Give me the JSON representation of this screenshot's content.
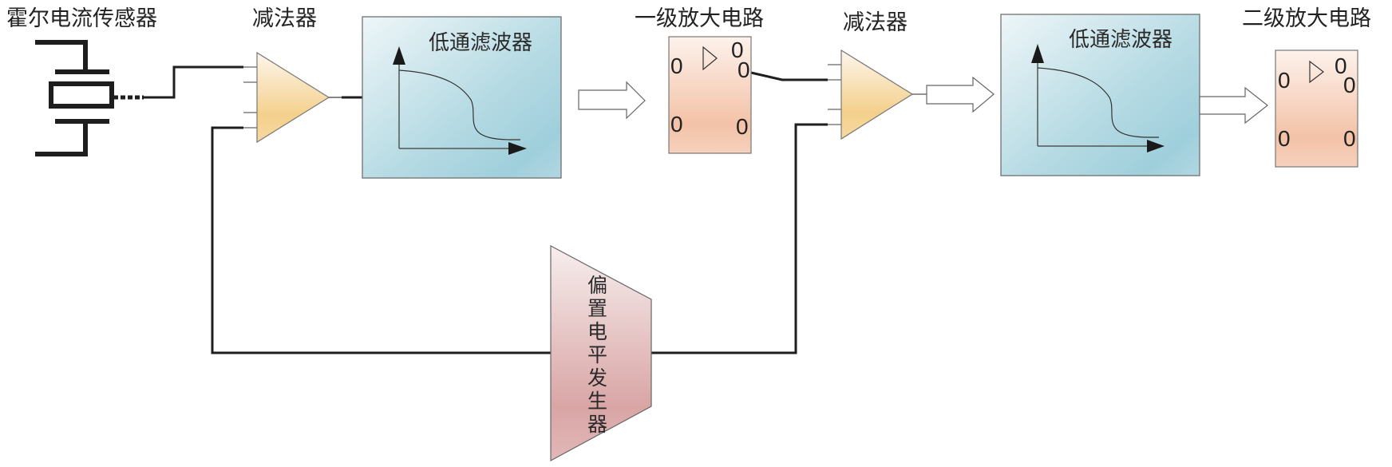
{
  "diagram": {
    "title": "",
    "labels": {
      "hall_sensor": "霍尔电流传感器",
      "subtractor_1": "减法器",
      "lowpass_filter_1": "低通滤波器",
      "amp_stage_1": "一级放大电路",
      "subtractor_2": "减法器",
      "lowpass_filter_2": "低通滤波器",
      "amp_stage_2": "二级放大电路",
      "bias_generator_chars": [
        "偏",
        "置",
        "电",
        "平",
        "发",
        "生",
        "器"
      ]
    },
    "amp_pins": {
      "top_left": "0",
      "top_right_upper": "0",
      "top_right_lower": "0",
      "bottom_left": "0",
      "bottom_right": "0"
    },
    "colors": {
      "wire": "#1e1e1e",
      "filter_light": "#e8f3f6",
      "filter_dark": "#9fcfdb",
      "subtractor_light": "#fdf3e2",
      "subtractor_dark": "#f3cf88",
      "amp_light": "#fdf1ea",
      "amp_dark": "#f2bfa3",
      "bias_light": "#f6ecec",
      "bias_dark": "#d9a4a4"
    },
    "connections": [
      {
        "from": "hall_sensor",
        "to": "subtractor_1",
        "type": "wire"
      },
      {
        "from": "subtractor_1",
        "to": "lowpass_filter_1",
        "type": "wire"
      },
      {
        "from": "lowpass_filter_1",
        "to": "amp_stage_1",
        "type": "arrow"
      },
      {
        "from": "amp_stage_1",
        "to": "subtractor_2",
        "type": "wire"
      },
      {
        "from": "subtractor_2",
        "to": "lowpass_filter_2",
        "type": "arrow"
      },
      {
        "from": "lowpass_filter_2",
        "to": "amp_stage_2",
        "type": "arrow"
      },
      {
        "from": "bias_generator",
        "to": "subtractor_1",
        "type": "wire"
      },
      {
        "from": "bias_generator",
        "to": "subtractor_2",
        "type": "wire"
      }
    ]
  }
}
